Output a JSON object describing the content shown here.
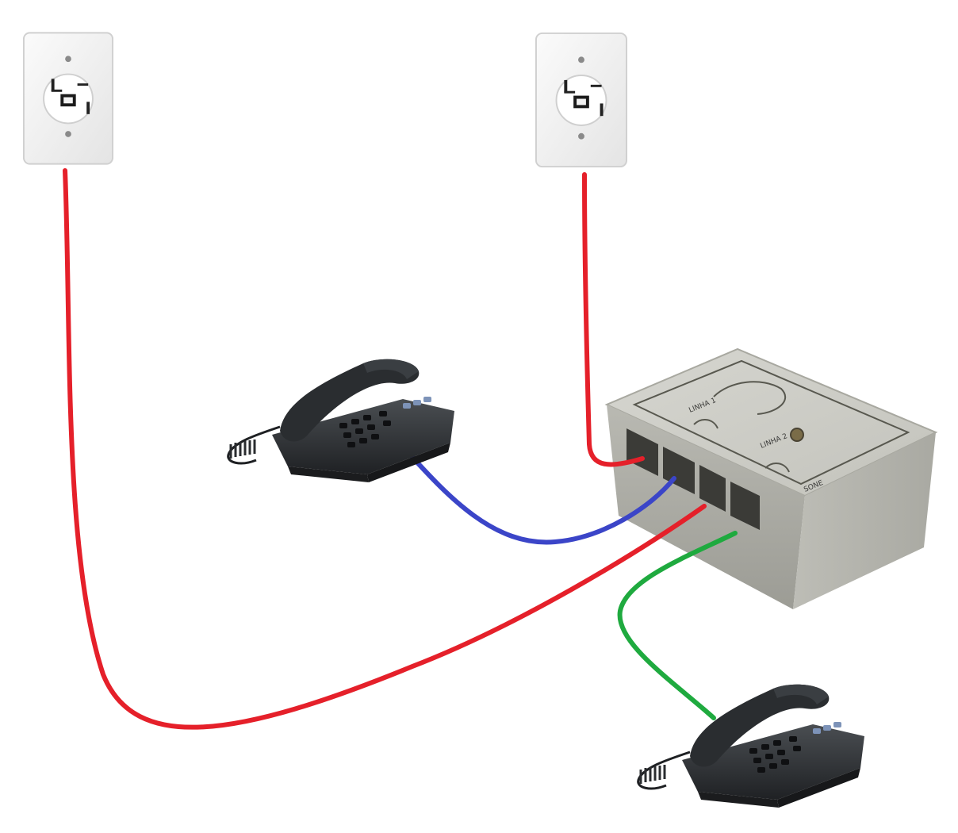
{
  "diagram": {
    "junction_box": {
      "labels": [
        "LINHA 1",
        "LINHA 2",
        "SONE"
      ]
    },
    "colors": {
      "background": "#ffffff",
      "line_cable": "#e5202a",
      "phone1_cable": "#3b45c8",
      "phone2_cable": "#1faa3f",
      "wall_plate": "#f2f2f2",
      "junction_box": "#c9c9c3",
      "phone_body": "#2e3134",
      "phone_keys_accent": "#7d93b8"
    },
    "nodes": [
      {
        "id": "wall-jack-left",
        "kind": "wall-jack"
      },
      {
        "id": "wall-jack-right",
        "kind": "wall-jack"
      },
      {
        "id": "junction-box",
        "kind": "splitter-box",
        "ports": 4
      },
      {
        "id": "telephone-upper",
        "kind": "telephone"
      },
      {
        "id": "telephone-lower",
        "kind": "telephone"
      }
    ],
    "connections": [
      {
        "from": "wall-jack-right",
        "to": "junction-box",
        "port": 1,
        "color": "red"
      },
      {
        "from": "telephone-upper",
        "to": "junction-box",
        "port": 2,
        "color": "blue"
      },
      {
        "from": "wall-jack-left",
        "to": "junction-box",
        "port": 3,
        "color": "red"
      },
      {
        "from": "telephone-lower",
        "to": "junction-box",
        "port": 4,
        "color": "green"
      }
    ]
  }
}
